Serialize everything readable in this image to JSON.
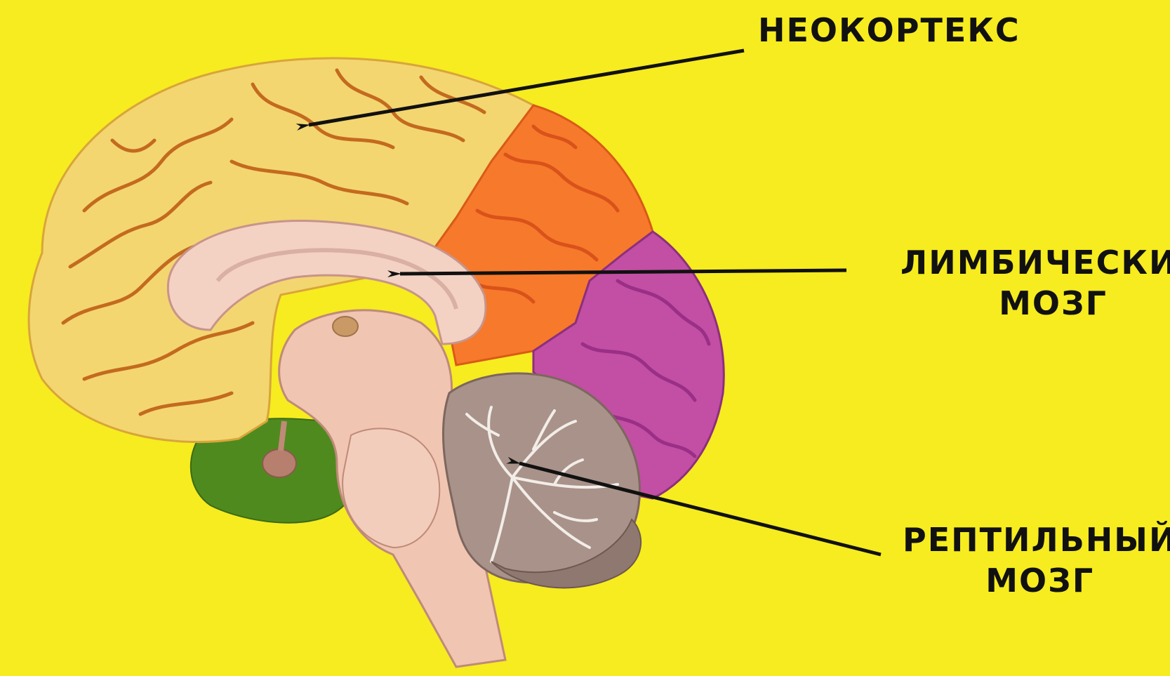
{
  "labels": {
    "neocortex": "НЕОКОРТЕКС",
    "limbic": [
      "ЛИМБИЧЕСКИЙ",
      "МОЗГ"
    ],
    "reptilian": [
      "РЕПТИЛЬНЫЙ",
      "МОЗГ"
    ]
  },
  "colors": {
    "background": "#f6ec1f",
    "neocortex": "#f3d670",
    "frontal_orange": "#f7792b",
    "occipital_purple": "#c24fa4",
    "limbic_pink": "#f3d2c3",
    "cerebellum": "#a99289",
    "temporal_green": "#4f8a1f",
    "arrow": "#111111"
  }
}
